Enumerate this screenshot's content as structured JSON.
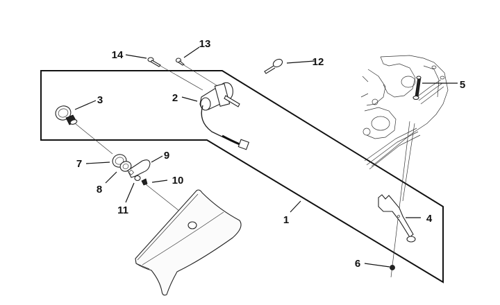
{
  "diagram": {
    "type": "exploded-parts-diagram",
    "subject": "Ignition switch / key lock assembly",
    "callouts": [
      {
        "id": "1",
        "label": "1",
        "part": "assembly-outline"
      },
      {
        "id": "2",
        "label": "2",
        "part": "ignition-switch"
      },
      {
        "id": "3",
        "label": "3",
        "part": "lock-cylinder"
      },
      {
        "id": "4",
        "label": "4",
        "part": "bracket-lever"
      },
      {
        "id": "5",
        "label": "5",
        "part": "bolt"
      },
      {
        "id": "6",
        "label": "6",
        "part": "nut"
      },
      {
        "id": "7",
        "label": "7",
        "part": "bezel-ring"
      },
      {
        "id": "8",
        "label": "8",
        "part": "lock-nut"
      },
      {
        "id": "9",
        "label": "9",
        "part": "cam-plate"
      },
      {
        "id": "10",
        "label": "10",
        "part": "screw"
      },
      {
        "id": "11",
        "label": "11",
        "part": "washer"
      },
      {
        "id": "12",
        "label": "12",
        "part": "key"
      },
      {
        "id": "13",
        "label": "13",
        "part": "screw"
      },
      {
        "id": "14",
        "label": "14",
        "part": "screw"
      }
    ]
  }
}
